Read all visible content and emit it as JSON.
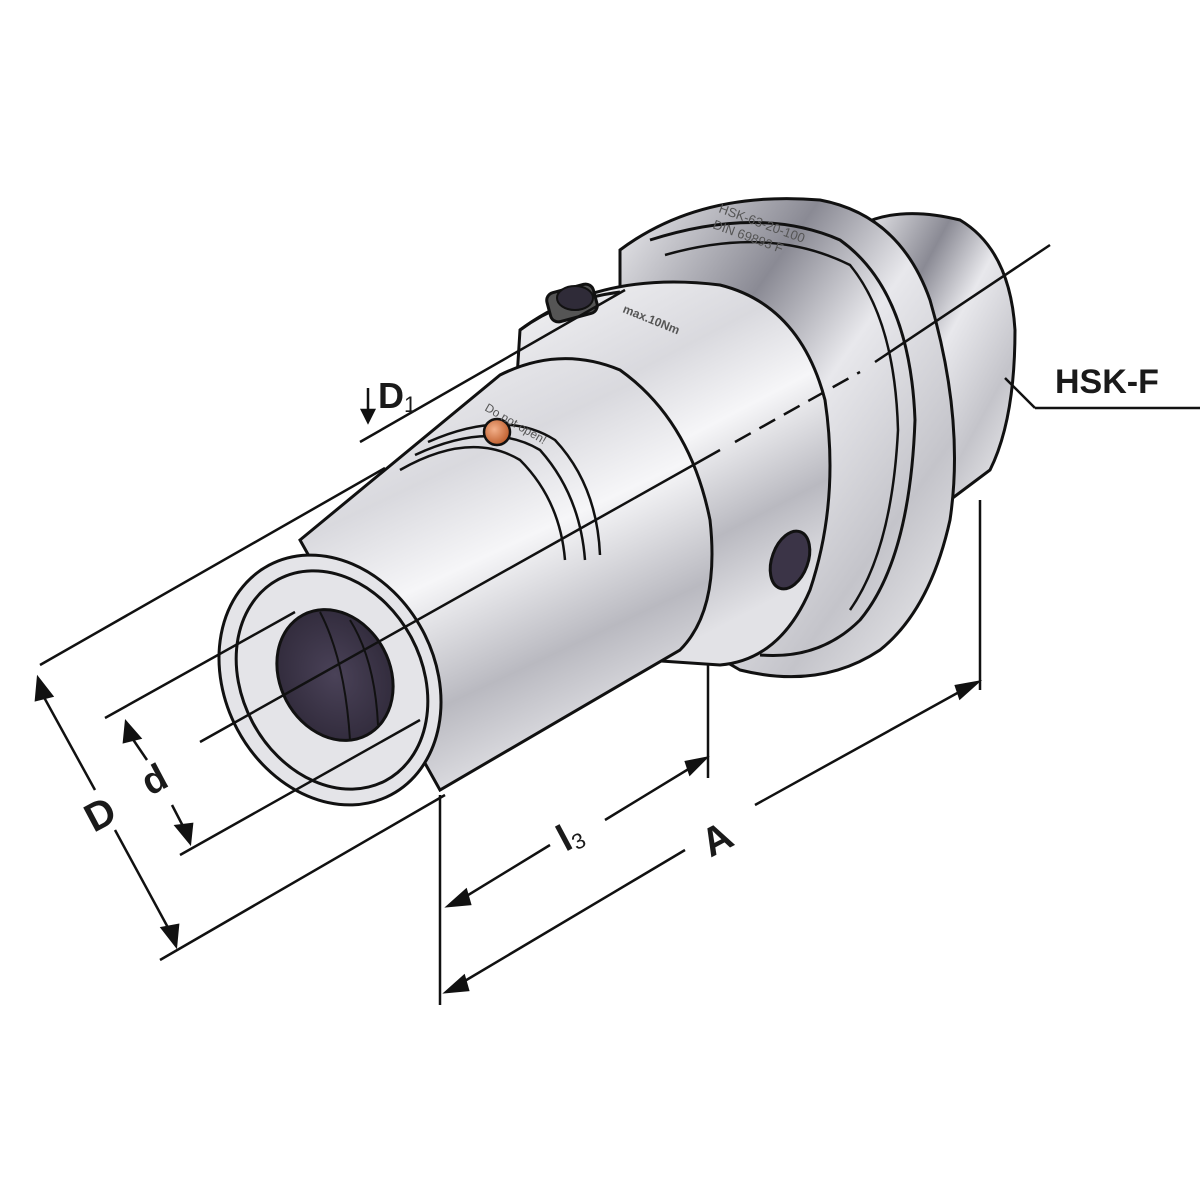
{
  "diagram": {
    "subject": "HSK-F shrink/hydraulic chuck tool holder",
    "colors": {
      "outline": "#111111",
      "steel_light": "#e9e9ec",
      "steel_mid": "#c2c2c8",
      "steel_dark": "#7a7a84",
      "bore_dark": "#3b3447",
      "screw_copper": "#d77a4a",
      "background": "#ffffff"
    },
    "engravings": {
      "model_line1": "HSK-63-20-100",
      "model_line2": "DIN 69893 F",
      "torque": "max.10Nm",
      "warning": "Do not open!"
    },
    "dimensions": {
      "D1": {
        "main": "D",
        "sub": "1"
      },
      "D": {
        "main": "D"
      },
      "d": {
        "main": "d"
      },
      "l3": {
        "main": "l",
        "sub": "3"
      },
      "A": {
        "main": "A"
      }
    },
    "callout": {
      "shank_type": "HSK-F"
    }
  }
}
